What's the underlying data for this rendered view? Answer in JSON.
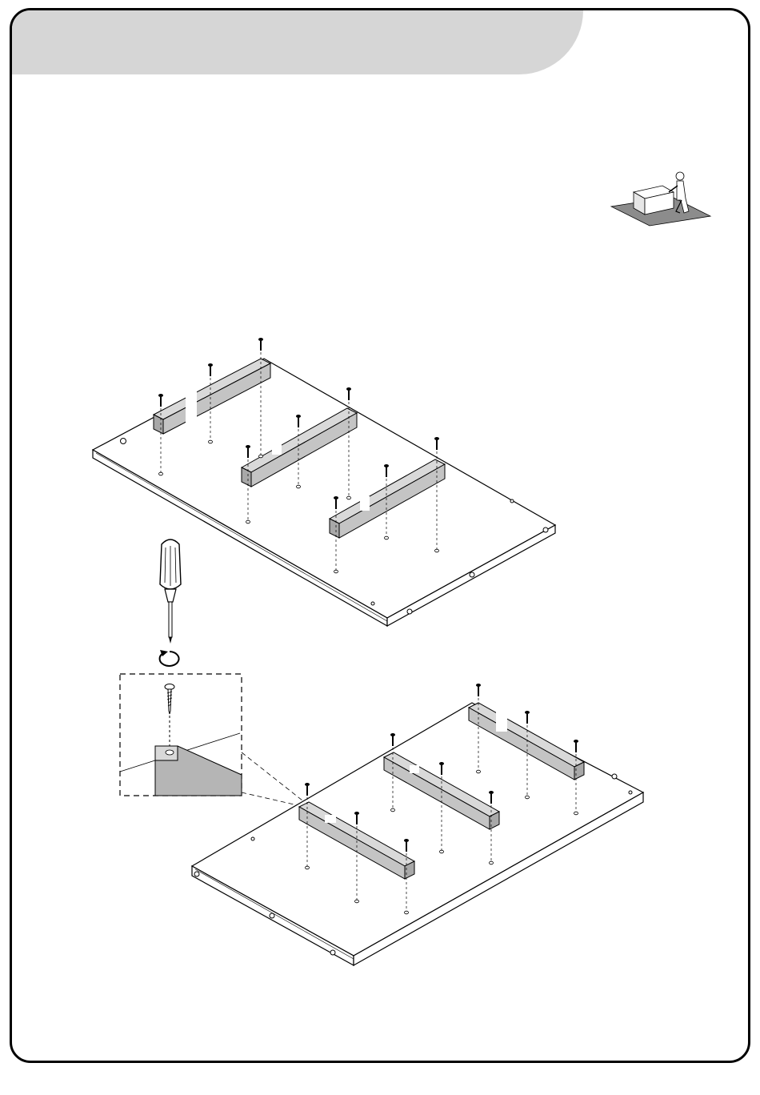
{
  "header": {
    "title": ""
  },
  "icons": {
    "assembly_person": "assembly-person-icon",
    "screwdriver": "screwdriver-icon",
    "rotate_arrow": "clockwise-rotate-arrow-icon",
    "screw": "screw-icon"
  },
  "colors": {
    "banner": "#d6d6d6",
    "rail_fill": "#cfcfcf",
    "rail_side": "#a8a8a8",
    "line": "#000000"
  },
  "steps": [
    {
      "name": "top-panel-assembly",
      "rails": 3,
      "screws_per_rail": 3
    },
    {
      "name": "bottom-panel-assembly",
      "rails": 3,
      "screws_per_rail": 3
    }
  ]
}
